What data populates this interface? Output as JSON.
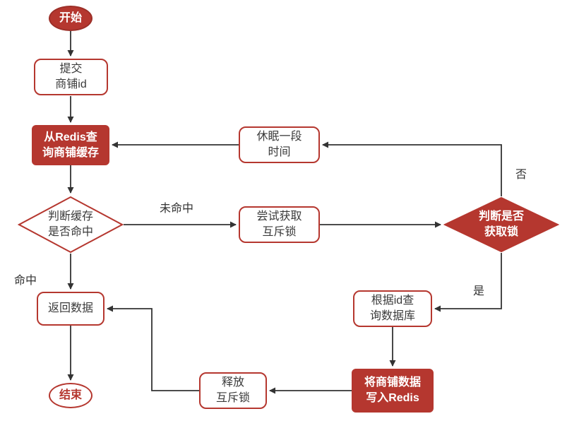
{
  "diagram": {
    "type": "flowchart",
    "colors": {
      "accent": "#b5372f",
      "line": "#333333",
      "text": "#3a3a3a",
      "node_background": "#ffffff"
    },
    "nodes": {
      "start": {
        "label": "开始",
        "shape": "ellipse"
      },
      "submit_shop_id": {
        "label": "提交\n商铺id",
        "shape": "rounded-rect"
      },
      "query_redis_cache": {
        "label": "从Redis查\n询商铺缓存",
        "shape": "red-rect"
      },
      "cache_hit_decision": {
        "label": "判断缓存\n是否命中",
        "shape": "diamond"
      },
      "try_acquire_lock": {
        "label": "尝试获取\n互斥锁",
        "shape": "rounded-rect"
      },
      "sleep": {
        "label": "休眠一段\n时间",
        "shape": "rounded-rect"
      },
      "lock_acquired_decision": {
        "label": "判断是否\n获取锁",
        "shape": "red-diamond"
      },
      "query_db_by_id": {
        "label": "根据id查\n询数据库",
        "shape": "rounded-rect"
      },
      "write_to_redis": {
        "label": "将商铺数据\n写入Redis",
        "shape": "red-rect"
      },
      "release_lock": {
        "label": "释放\n互斥锁",
        "shape": "rounded-rect"
      },
      "return_data": {
        "label": "返回数据",
        "shape": "rounded-rect"
      },
      "end": {
        "label": "结束",
        "shape": "ellipse"
      }
    },
    "edge_labels": {
      "miss": "未命中",
      "no": "否",
      "yes": "是",
      "hit": "命中"
    }
  }
}
